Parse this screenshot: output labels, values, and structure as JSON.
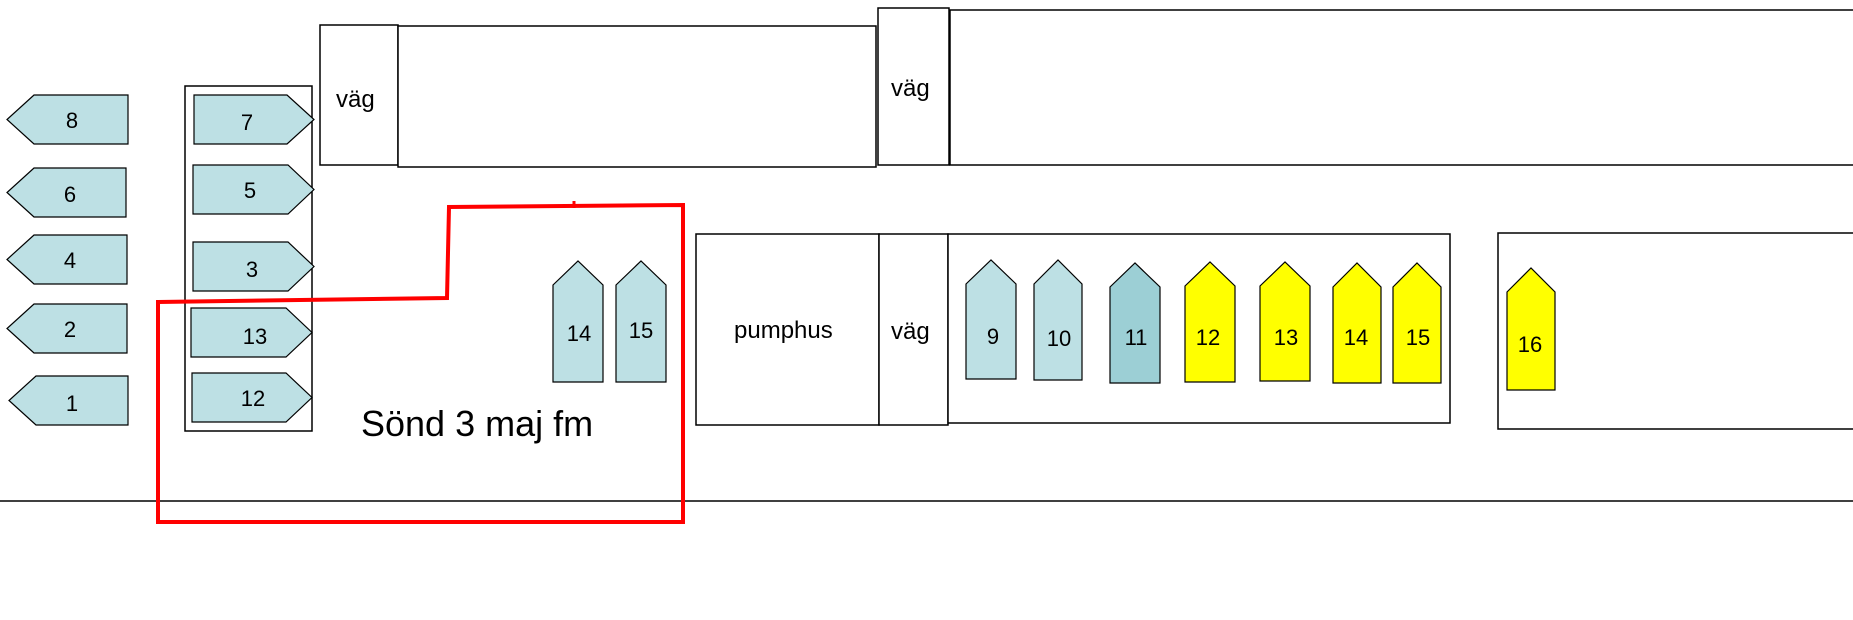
{
  "colors": {
    "boat_blue": "#bde0e4",
    "boat_teal": "#9ccfd5",
    "boat_yellow": "#ffff00",
    "outline": "#000000",
    "highlight": "#ff0000"
  },
  "labels": {
    "road_1": "väg",
    "road_2": "väg",
    "road_3": "väg",
    "pump_house": "pumphus",
    "highlight_note": "Sönd 3 maj fm"
  },
  "boats": {
    "left_column": [
      "8",
      "6",
      "4",
      "2",
      "1"
    ],
    "rack_column": [
      "7",
      "5",
      "3",
      "13",
      "12"
    ],
    "highlight_area": [
      "14",
      "15"
    ],
    "pier": [
      {
        "label": "9",
        "color": "blue"
      },
      {
        "label": "10",
        "color": "blue"
      },
      {
        "label": "11",
        "color": "teal"
      },
      {
        "label": "12",
        "color": "yellow"
      },
      {
        "label": "13",
        "color": "yellow"
      },
      {
        "label": "14",
        "color": "yellow"
      },
      {
        "label": "15",
        "color": "yellow"
      }
    ],
    "far_right": [
      {
        "label": "16",
        "color": "yellow"
      }
    ]
  }
}
